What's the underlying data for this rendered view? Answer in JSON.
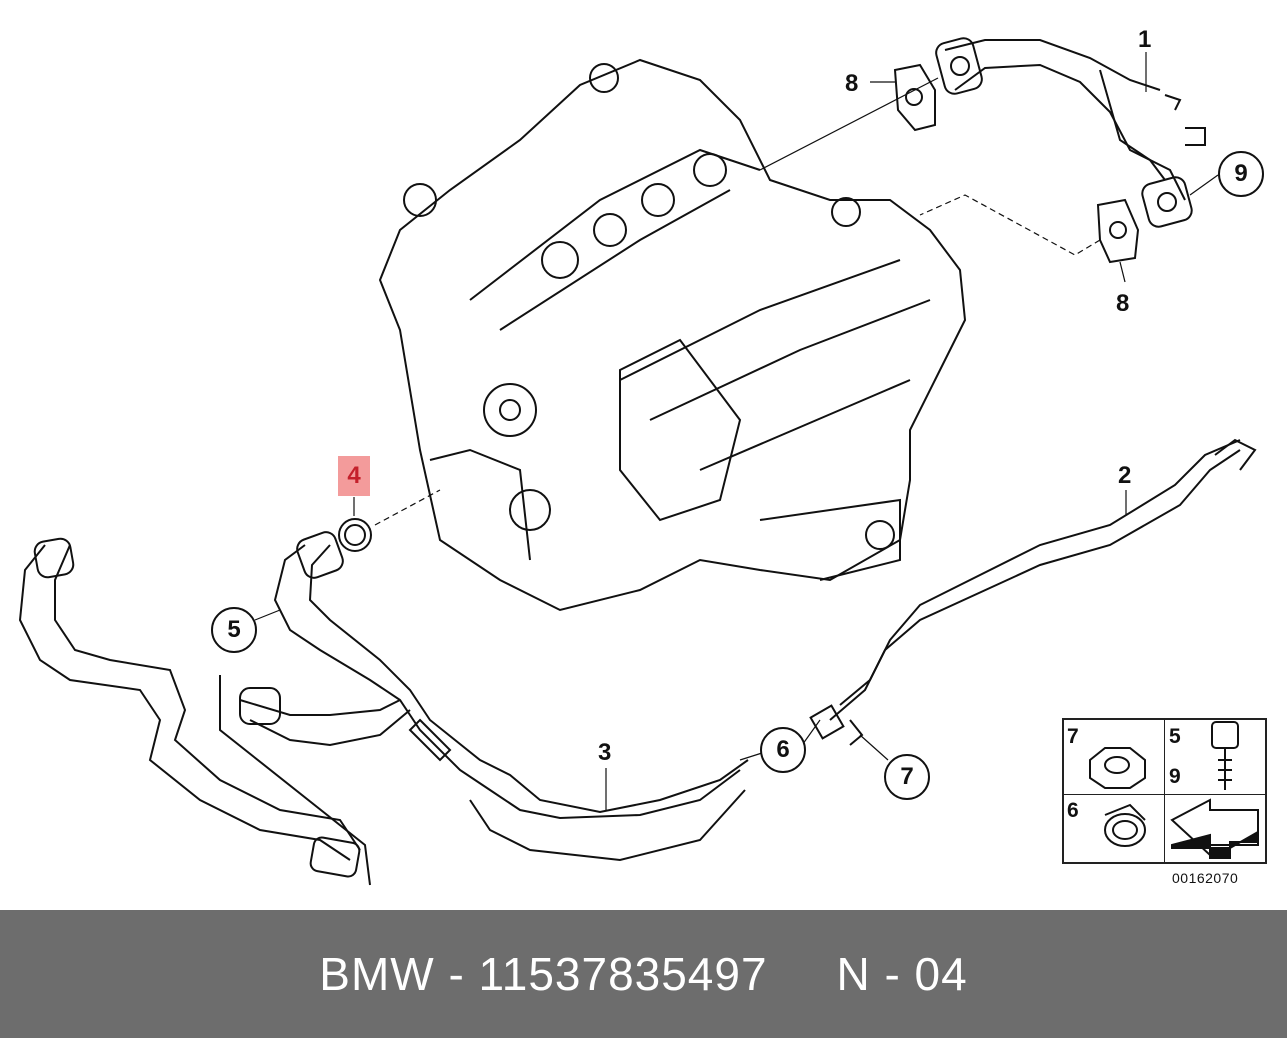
{
  "diagram": {
    "callouts": {
      "part_1": "1",
      "part_2": "2",
      "part_3": "3",
      "part_4": "4",
      "part_5": "5",
      "part_6": "6",
      "part_7": "7",
      "part_8_top": "8",
      "part_8_bottom": "8",
      "part_9": "9"
    },
    "highlight_color": "#f39b9b",
    "highlight_text_color": "#c4202b",
    "legend": {
      "cell_nut": "7",
      "cell_bolt_a": "5",
      "cell_bolt_b": "9",
      "cell_clamp": "6"
    },
    "diagram_id": "00162070"
  },
  "footer": {
    "text": "BMW - 11537835497     N - 04",
    "background": "#6d6d6d"
  }
}
